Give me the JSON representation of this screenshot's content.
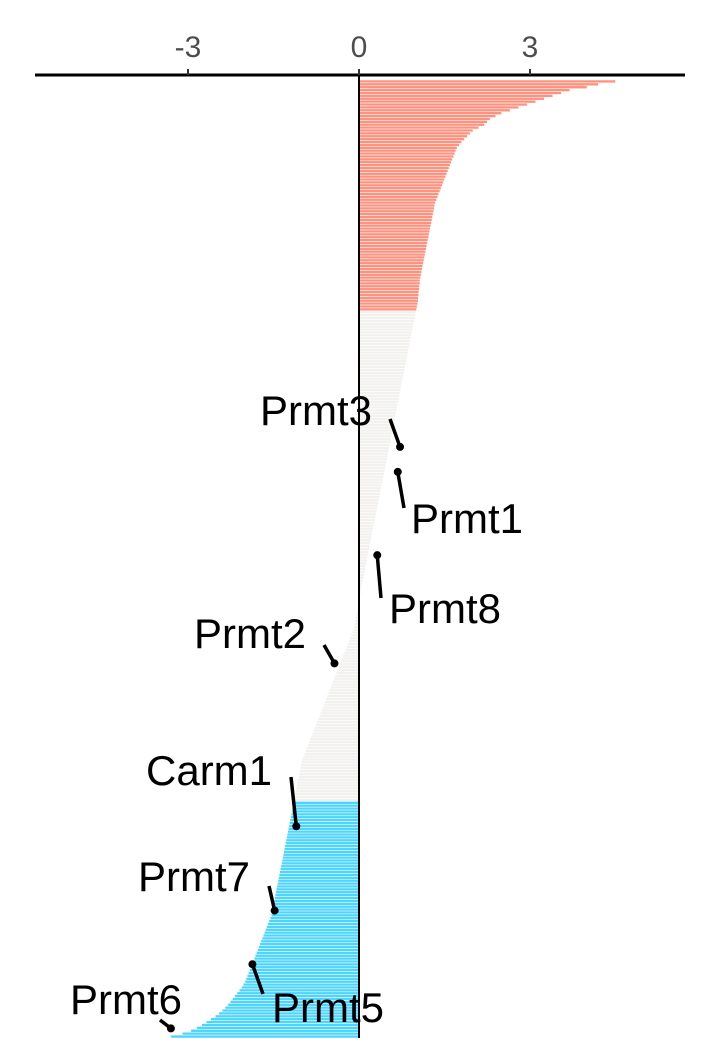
{
  "chart_data": {
    "type": "bar",
    "orientation": "horizontal",
    "title": "",
    "xlabel": "",
    "ylabel": "",
    "xlim": [
      -5.7,
      5.7
    ],
    "x_ticks": [
      -3,
      0,
      3
    ],
    "x_tick_labels": [
      "-3",
      "0",
      "3"
    ],
    "axis_position": "top",
    "grid": false,
    "legend": "none",
    "colors": {
      "positive": "#ff927f",
      "neutral": "#f2f1ef",
      "negative": "#4dd4ff",
      "bar_separator": "#ffffff",
      "axis": "#000000"
    },
    "up_count": 80,
    "down_count": 82,
    "values": [
      4.5,
      4.2,
      4.0,
      3.7,
      3.55,
      3.4,
      3.25,
      3.1,
      2.95,
      2.8,
      2.65,
      2.5,
      2.4,
      2.3,
      2.25,
      2.2,
      2.1,
      2.0,
      1.95,
      1.9,
      1.85,
      1.8,
      1.76,
      1.72,
      1.7,
      1.68,
      1.66,
      1.64,
      1.62,
      1.6,
      1.58,
      1.56,
      1.54,
      1.52,
      1.5,
      1.48,
      1.46,
      1.44,
      1.42,
      1.4,
      1.38,
      1.36,
      1.34,
      1.33,
      1.32,
      1.31,
      1.3,
      1.29,
      1.28,
      1.27,
      1.26,
      1.25,
      1.24,
      1.23,
      1.22,
      1.21,
      1.2,
      1.19,
      1.18,
      1.17,
      1.16,
      1.15,
      1.14,
      1.13,
      1.12,
      1.11,
      1.1,
      1.09,
      1.08,
      1.07,
      1.07,
      1.06,
      1.06,
      1.05,
      1.05,
      1.04,
      1.04,
      1.03,
      1.02,
      1.01,
      1.0,
      0.99,
      0.98,
      0.97,
      0.96,
      0.95,
      0.94,
      0.93,
      0.92,
      0.91,
      0.9,
      0.89,
      0.88,
      0.87,
      0.86,
      0.85,
      0.84,
      0.83,
      0.82,
      0.81,
      0.8,
      0.79,
      0.78,
      0.77,
      0.76,
      0.75,
      0.74,
      0.73,
      0.72,
      0.71,
      0.7,
      0.69,
      0.68,
      0.67,
      0.66,
      0.65,
      0.64,
      0.63,
      0.62,
      0.61,
      0.6,
      0.59,
      0.58,
      0.57,
      0.56,
      0.55,
      0.54,
      0.53,
      0.52,
      0.51,
      0.5,
      0.49,
      0.48,
      0.47,
      0.46,
      0.45,
      0.44,
      0.43,
      0.42,
      0.41,
      0.4,
      0.39,
      0.38,
      0.37,
      0.36,
      0.35,
      0.34,
      0.33,
      0.32,
      0.31,
      0.3,
      0.29,
      0.28,
      0.27,
      0.26,
      0.25,
      0.24,
      0.23,
      0.22,
      0.21,
      0.2,
      0.19,
      0.18,
      0.17,
      0.16,
      0.15,
      0.14,
      0.13,
      0.12,
      0.11,
      0.1,
      0.09,
      0.08,
      0.07,
      0.06,
      0.05,
      0.04,
      0.03,
      0.02,
      0.01,
      0.0,
      -0.01,
      -0.02,
      -0.03,
      -0.04,
      -0.05,
      -0.06,
      -0.07,
      -0.08,
      -0.09,
      -0.1,
      -0.12,
      -0.14,
      -0.16,
      -0.18,
      -0.2,
      -0.22,
      -0.24,
      -0.26,
      -0.28,
      -0.3,
      -0.32,
      -0.34,
      -0.36,
      -0.38,
      -0.4,
      -0.42,
      -0.44,
      -0.46,
      -0.48,
      -0.5,
      -0.52,
      -0.54,
      -0.56,
      -0.58,
      -0.6,
      -0.62,
      -0.64,
      -0.66,
      -0.68,
      -0.7,
      -0.72,
      -0.74,
      -0.76,
      -0.78,
      -0.8,
      -0.82,
      -0.84,
      -0.86,
      -0.88,
      -0.9,
      -0.92,
      -0.94,
      -0.96,
      -0.98,
      -1.0,
      -1.01,
      -1.02,
      -1.03,
      -1.04,
      -1.05,
      -1.06,
      -1.07,
      -1.08,
      -1.09,
      -1.1,
      -1.11,
      -1.12,
      -1.13,
      -1.14,
      -1.15,
      -1.16,
      -1.17,
      -1.18,
      -1.19,
      -1.2,
      -1.21,
      -1.22,
      -1.23,
      -1.24,
      -1.25,
      -1.26,
      -1.27,
      -1.28,
      -1.29,
      -1.3,
      -1.31,
      -1.32,
      -1.33,
      -1.34,
      -1.35,
      -1.36,
      -1.37,
      -1.38,
      -1.39,
      -1.4,
      -1.41,
      -1.42,
      -1.43,
      -1.44,
      -1.45,
      -1.46,
      -1.47,
      -1.48,
      -1.49,
      -1.5,
      -1.51,
      -1.52,
      -1.53,
      -1.54,
      -1.56,
      -1.58,
      -1.6,
      -1.62,
      -1.64,
      -1.66,
      -1.68,
      -1.7,
      -1.72,
      -1.74,
      -1.76,
      -1.78,
      -1.8,
      -1.82,
      -1.84,
      -1.86,
      -1.88,
      -1.9,
      -1.92,
      -1.94,
      -1.96,
      -1.98,
      -2.0,
      -2.03,
      -2.06,
      -2.1,
      -2.14,
      -2.18,
      -2.22,
      -2.26,
      -2.3,
      -2.35,
      -2.4,
      -2.46,
      -2.52,
      -2.6,
      -2.68,
      -2.76,
      -2.85,
      -2.95,
      -3.1,
      -3.3
    ],
    "annotations": [
      {
        "label": "Prmt3",
        "value": 0.72,
        "rank": 0.383
      },
      {
        "label": "Prmt1",
        "value": 0.68,
        "rank": 0.409
      },
      {
        "label": "Prmt8",
        "value": 0.32,
        "rank": 0.496
      },
      {
        "label": "Prmt2",
        "value": -0.43,
        "rank": 0.609
      },
      {
        "label": "Carm1",
        "value": -1.1,
        "rank": 0.779
      },
      {
        "label": "Prmt7",
        "value": -1.48,
        "rank": 0.867
      },
      {
        "label": "Prmt5",
        "value": -1.87,
        "rank": 0.923
      },
      {
        "label": "Prmt6",
        "value": -3.3,
        "rank": 0.99
      }
    ]
  }
}
